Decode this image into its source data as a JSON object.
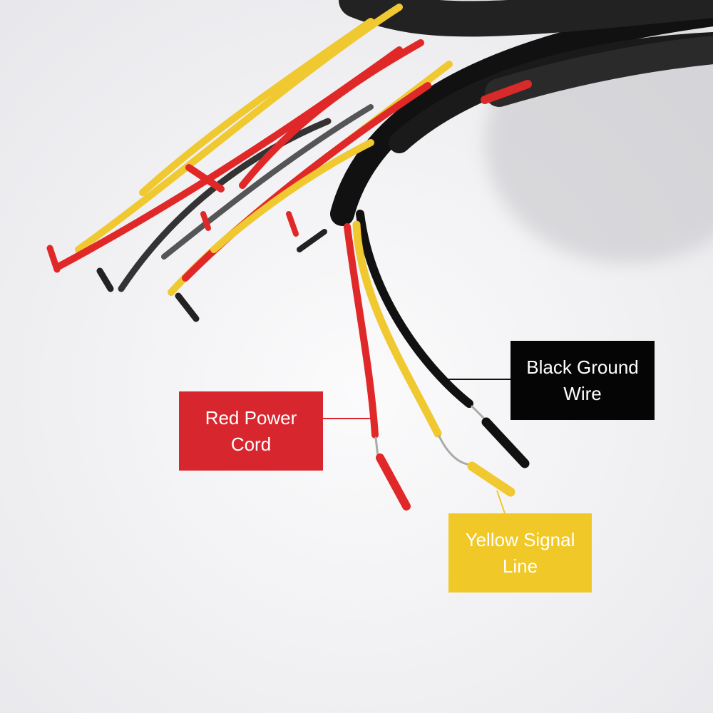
{
  "labels": {
    "red": {
      "text": "Red Power\nCord",
      "color": "#d8262e"
    },
    "black": {
      "text": "Black Ground\nWire",
      "color": "#050505"
    },
    "yellow": {
      "text": "Yellow Signal\nLine",
      "color": "#f0c928"
    }
  }
}
